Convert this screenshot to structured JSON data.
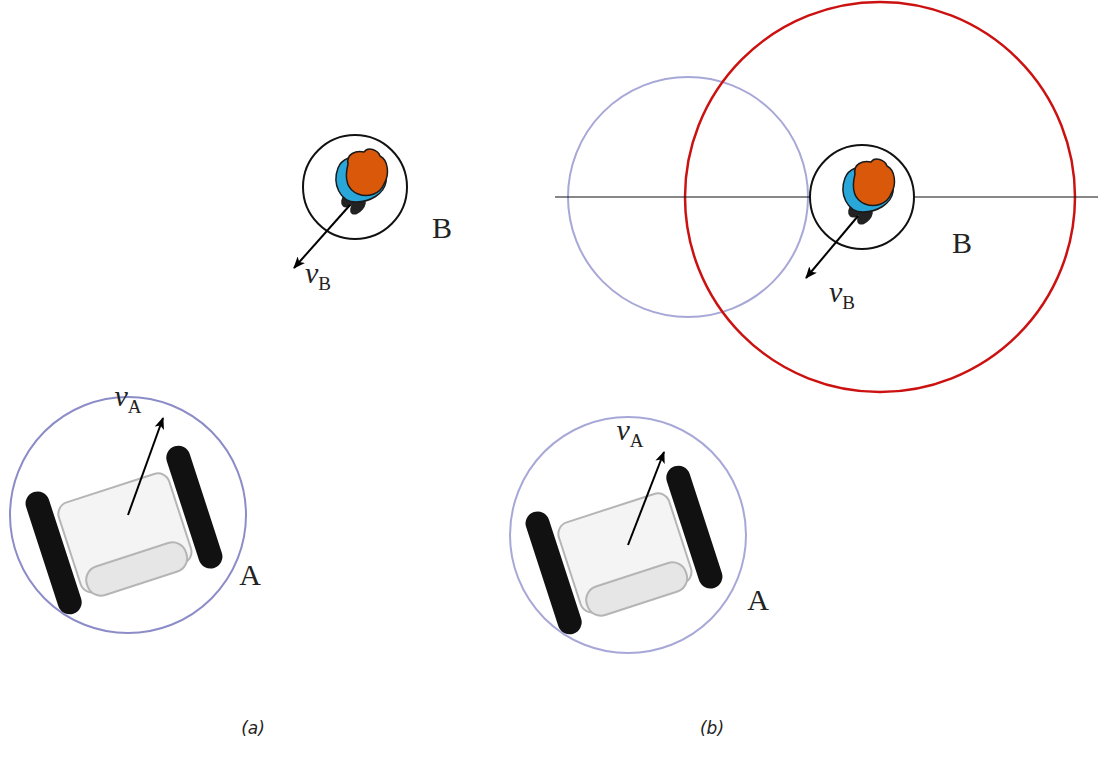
{
  "diagram": {
    "labels": [
      "B",
      "vB",
      "vA",
      "A",
      "(a)",
      "B",
      "vB",
      "vA",
      "A",
      "(b)"
    ]
  }
}
